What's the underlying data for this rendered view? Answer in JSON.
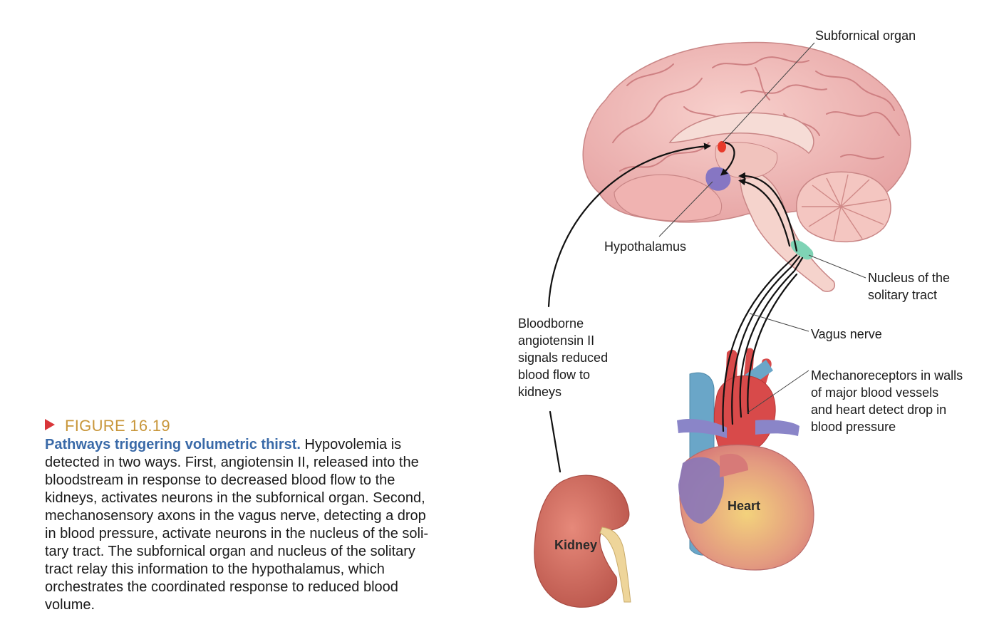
{
  "figure": {
    "number": "FIGURE 16.19",
    "title": "Pathways triggering volumetric thirst.",
    "lines": [
      "Hypovolemia is",
      "detected in two ways. First, angiotensin II, released into the",
      "bloodstream in response to decreased blood flow to the",
      "kidneys, activates neurons in the subfornical organ. Second,",
      "mechanosensory axons in the vagus nerve, detecting a drop",
      "in blood pressure, activate neurons in the nucleus of the soli-",
      "tary tract. The subfornical organ and nucleus of the solitary",
      "tract relay this information to the hypothalamus, which",
      "orchestrates the coordinated response to reduced blood",
      "volume."
    ]
  },
  "labels": {
    "subfornical_organ": "Subfornical organ",
    "hypothalamus": "Hypothalamus",
    "nucleus_solitary": [
      "Nucleus of the",
      "solitary tract"
    ],
    "vagus_nerve": "Vagus nerve",
    "mechanoreceptors": [
      "Mechanoreceptors in walls",
      "of major blood vessels",
      "and heart detect drop in",
      "blood pressure"
    ],
    "bloodborne": [
      "Bloodborne",
      "angiotensin II",
      "signals reduced",
      "blood flow to",
      "kidneys"
    ],
    "kidney": "Kidney",
    "heart": "Heart"
  },
  "colors": {
    "brain": "#f2b8b6",
    "brain_fold": "#c9777a",
    "subfornical": "#e83a2a",
    "hypothalamus": "#7a6fc4",
    "nucleus": "#7fd3b5",
    "aorta": "#d84a4a",
    "vena": "#6aa6c8",
    "pulmonary": "#8a85c8",
    "kidney": "#d77063",
    "fig_number": "#c8963a",
    "caption_title": "#3a6aa8",
    "marker": "#d9363a"
  }
}
